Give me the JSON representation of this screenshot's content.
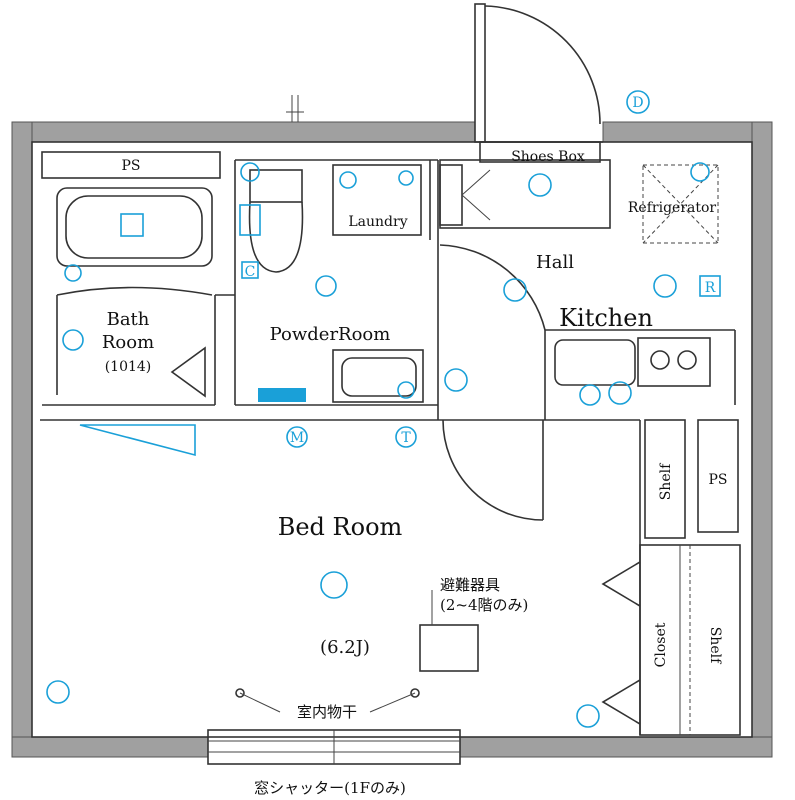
{
  "rooms": {
    "ps_top": "PS",
    "bath_room_line1": "Bath",
    "bath_room_line2": "Room",
    "bath_room_size": "(1014)",
    "powder_room": "PowderRoom",
    "laundry": "Laundry",
    "shoes_box": "Shoes Box",
    "refrigerator": "Refrigerator",
    "hall": "Hall",
    "kitchen": "Kitchen",
    "bed_room": "Bed Room",
    "bed_room_size": "(6.2J)",
    "shelf_upper": "Shelf",
    "ps_right": "PS",
    "closet": "Closet",
    "shelf_lower": "Shelf"
  },
  "annotations": {
    "escape_device_line1": "避難器具",
    "escape_device_line2": "(2~4階のみ)",
    "indoor_drying": "室内物干",
    "shutter_note": "窓シャッター(1Fのみ)"
  },
  "symbols": {
    "meter": "M",
    "telephone": "T",
    "range_hood": "R",
    "door_bell": "D",
    "counter": "C"
  },
  "colors": {
    "wall": "#a0a0a0",
    "outline": "#333333",
    "fixture_blue": "#1aa0d8"
  }
}
